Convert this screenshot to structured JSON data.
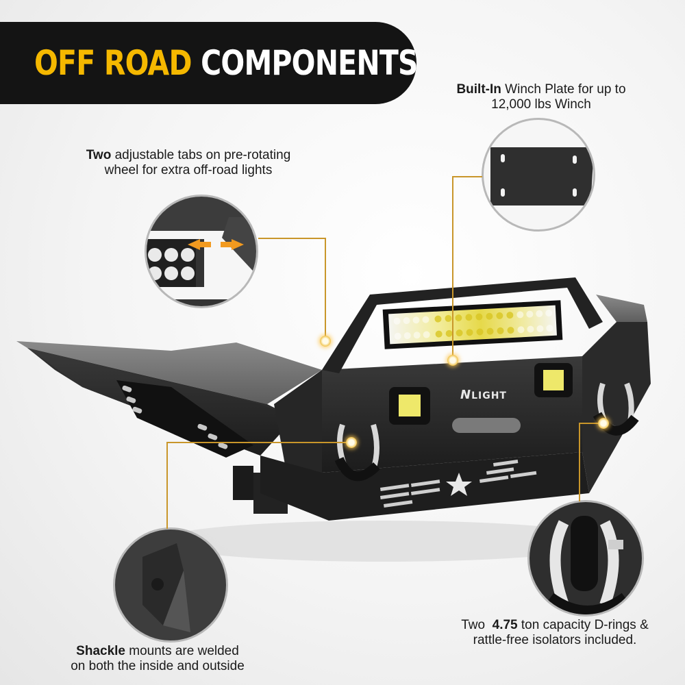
{
  "banner": {
    "title_accent": "OFF ROAD",
    "title_main": "COMPONENTS",
    "accent_color": "#f5b800",
    "background_color": "#141414"
  },
  "callouts": {
    "winch_plate": {
      "bold": "Built-In",
      "line1_rest": " Winch Plate for up to",
      "line2": "12,000 lbs Winch"
    },
    "light_tabs": {
      "bold": "Two",
      "line1_rest": " adjustable tabs on pre-rotating",
      "line2": "wheel for extra off-road lights"
    },
    "shackle_mounts": {
      "bold": "Shackle",
      "line1_rest": " mounts are welded",
      "line2": "on both the inside and outside"
    },
    "d_rings": {
      "line1_pre": "Two  ",
      "bold": "4.75",
      "line1_rest": " ton capacity D-rings &",
      "line2": "rattle-free isolators included."
    }
  },
  "product": {
    "brand_logo": "LIGHT",
    "brand_mark": "N",
    "callout_line_color": "#c9962a"
  }
}
